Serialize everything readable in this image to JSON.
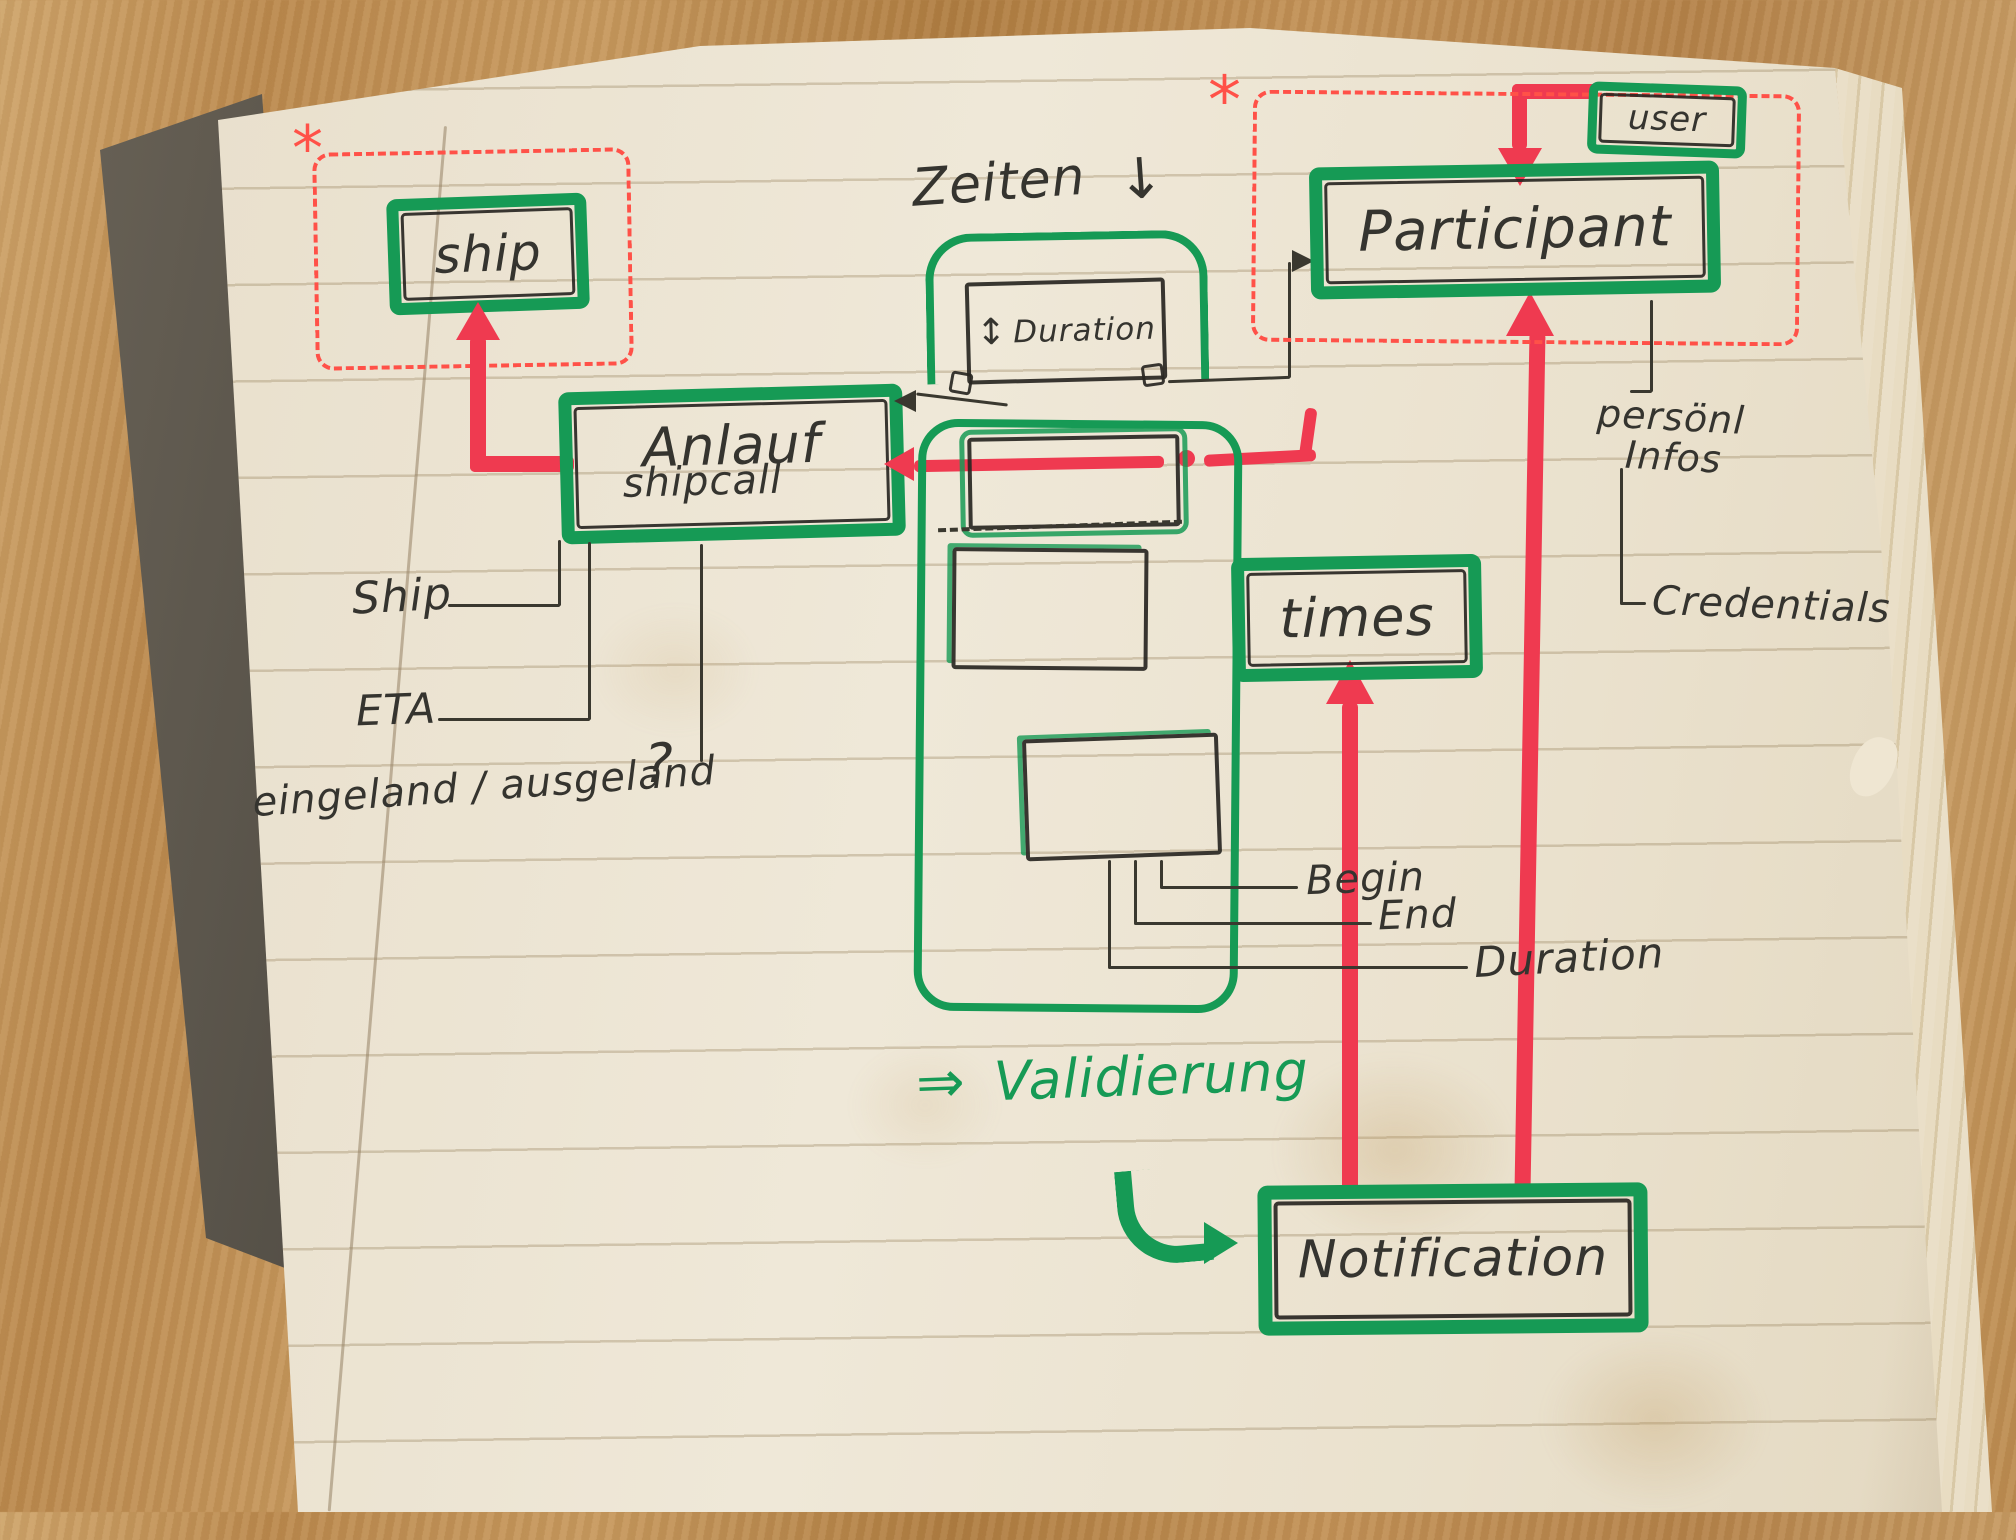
{
  "scene": {
    "description": "Hand-drawn entity-relationship sketch on a ruled notebook page lying on a wooden desk"
  },
  "colors": {
    "marker_green": "#169a55",
    "arrow_red": "#ef3a50",
    "dashed_red": "#ff5148",
    "ink": "#35342f"
  },
  "entities": {
    "ship": {
      "label": "ship"
    },
    "shipcall": {
      "label": "Anlauf",
      "sublabel": "shipcall"
    },
    "duration": {
      "label": "Duration",
      "resize_icon": "↕"
    },
    "participant": {
      "label": "Participant"
    },
    "user": {
      "label": "user"
    },
    "times": {
      "label": "times"
    },
    "notification": {
      "label": "Notification"
    }
  },
  "labels": {
    "zeiten": "Zeiten",
    "zeiten_arrow": "↓",
    "asterisk_left": "*",
    "asterisk_right": "*",
    "attr_ship": "Ship",
    "attr_eta": "ETA",
    "attr_inout": "eingeland / ausgeland",
    "question_mark": "?",
    "attr_persoenl_1": "persönl",
    "attr_persoenl_2": "Infos",
    "attr_credentials": "Credentials",
    "attr_begin": "Begin",
    "attr_end": "End",
    "attr_duration": "Duration",
    "validierung_arrow": "⇒",
    "validierung": "Validierung"
  }
}
